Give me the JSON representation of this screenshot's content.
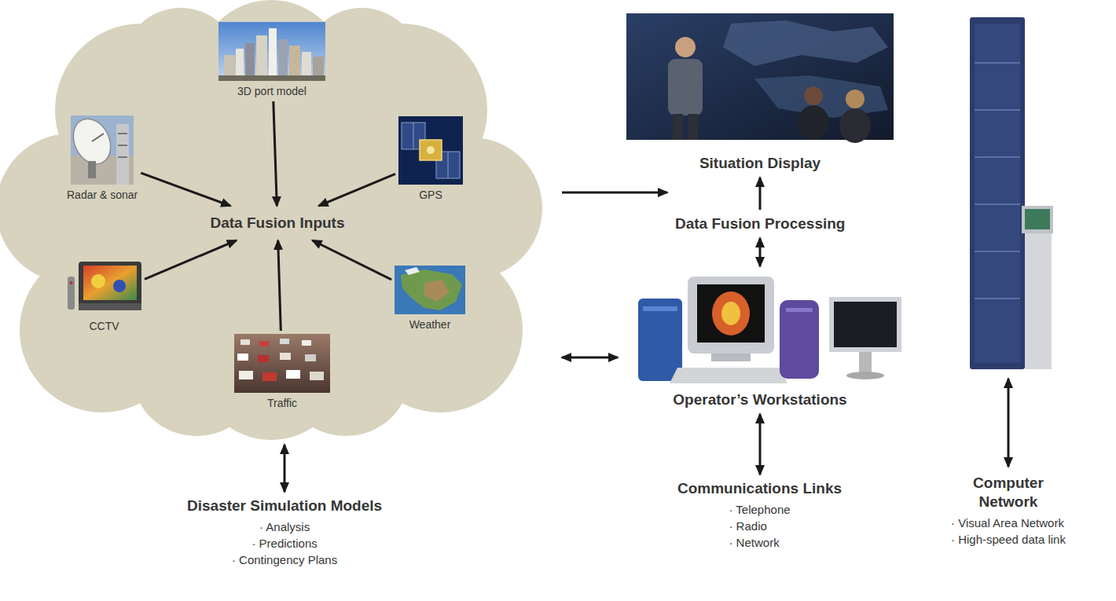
{
  "diagram": {
    "nodes": [
      {
        "text": [
          "Data Fusion Inputs"
        ]
      },
      {
        "text": [
          "3D port model"
        ],
        "in": 0
      },
      {
        "text": [
          "Radar & sonar"
        ],
        "in": 0
      },
      {
        "text": [
          "GPS"
        ],
        "in": 0
      },
      {
        "text": [
          "CCTV"
        ],
        "in": 0
      },
      {
        "text": [
          "Traffic"
        ],
        "in": 0
      },
      {
        "text": [
          "Weather"
        ],
        "in": 0
      },
      {
        "text": [
          "Disaster Simulation Models",
          "· Analysis",
          "· Predictions",
          "· Contingency Plans"
        ]
      },
      {
        "text": [
          "Situation Display"
        ]
      },
      {
        "text": [
          "Data Fusion Processing"
        ]
      },
      {
        "text": [
          "Operator’s Workstations"
        ]
      },
      {
        "text": [
          "Communications Links",
          "· Telephone",
          "· Radio",
          "· Network"
        ]
      },
      {
        "text": [
          "Computer Network",
          "· Visual Area Network",
          "· High-speed data link"
        ]
      }
    ],
    "edges": [
      {
        "from": 1,
        "to": 0,
        "arrow": "to"
      },
      {
        "from": 2,
        "to": 0,
        "arrow": "to"
      },
      {
        "from": 3,
        "to": 0,
        "arrow": "to"
      },
      {
        "from": 4,
        "to": 0,
        "arrow": "to"
      },
      {
        "from": 5,
        "to": 0,
        "arrow": "to"
      },
      {
        "from": 6,
        "to": 0,
        "arrow": "to"
      },
      {
        "from": 0,
        "to": 9,
        "arrow": "to"
      },
      {
        "from": 0,
        "to": 10,
        "arrow": "both"
      },
      {
        "from": 0,
        "to": 7,
        "arrow": "both"
      },
      {
        "from": 9,
        "to": 8,
        "arrow": "to"
      },
      {
        "from": 9,
        "to": 10,
        "arrow": "both"
      },
      {
        "from": 10,
        "to": 11,
        "arrow": "both"
      }
    ]
  }
}
